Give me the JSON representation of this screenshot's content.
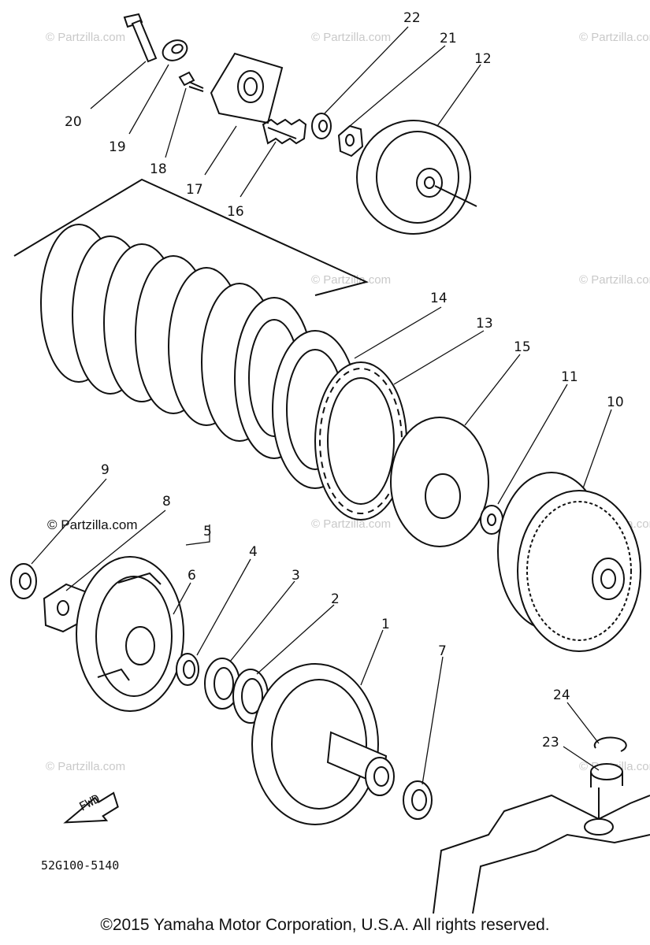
{
  "watermark": "© Partzilla.com",
  "diagram_code": "52G100-5140",
  "fwd_label": "FWD",
  "copyright": "©2015 Yamaha Motor Corporation, U.S.A. All rights reserved.",
  "callouts": {
    "c1": "1",
    "c2": "2",
    "c3": "3",
    "c4": "4",
    "c5": "5",
    "c6": "6",
    "c7": "7",
    "c8": "8",
    "c9": "9",
    "c10": "10",
    "c11": "11",
    "c12": "12",
    "c13": "13",
    "c14": "14",
    "c15": "15",
    "c16": "16",
    "c17": "17",
    "c18": "18",
    "c19": "19",
    "c20": "20",
    "c21": "21",
    "c22": "22",
    "c23": "23",
    "c24": "24"
  }
}
